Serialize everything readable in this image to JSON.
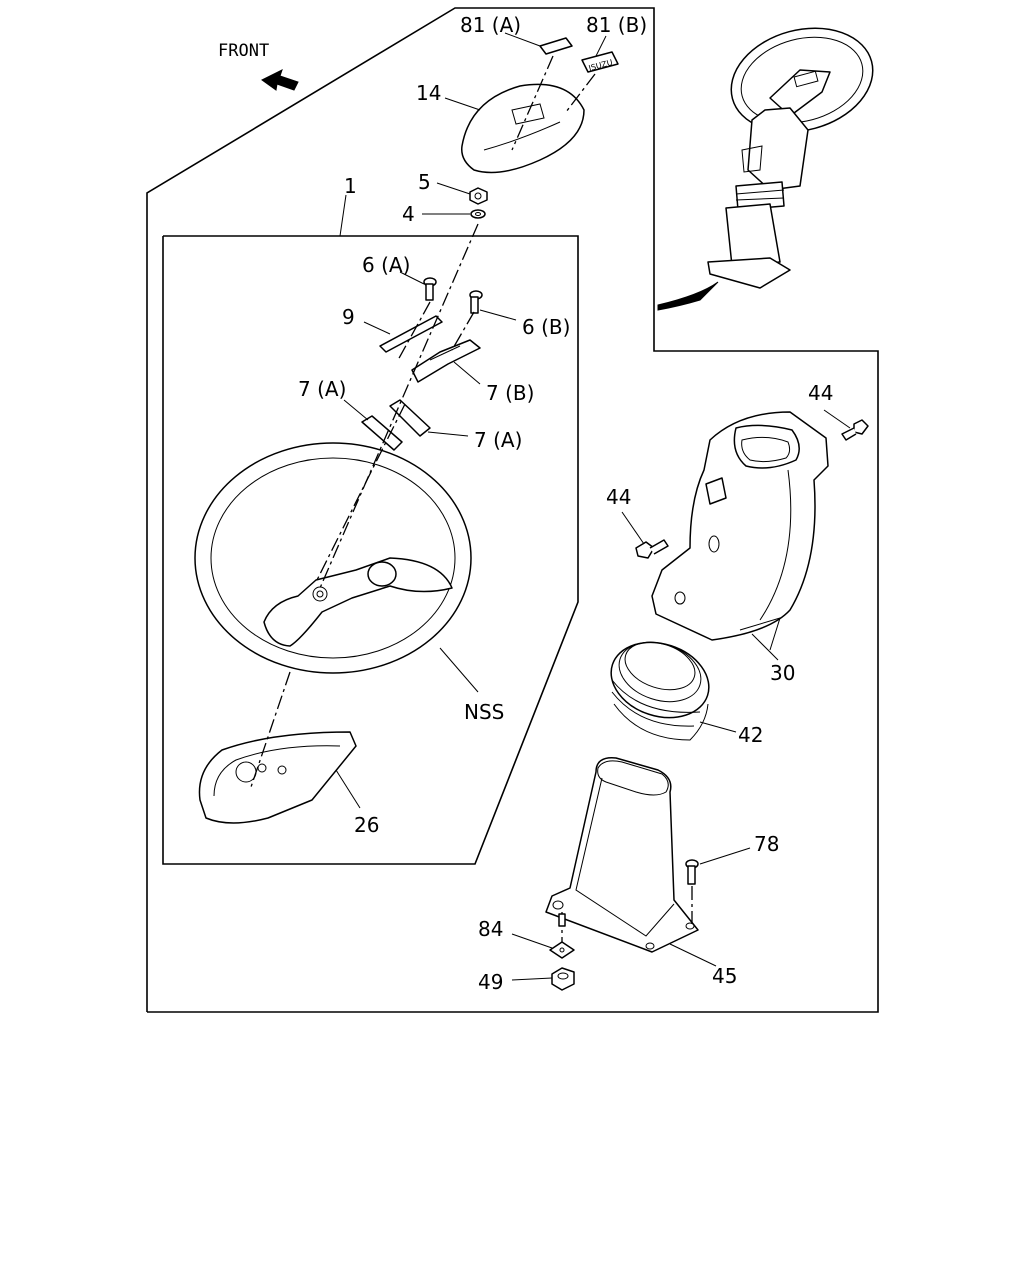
{
  "direction": {
    "label": "FRONT"
  },
  "callouts": {
    "c81a": "81 (A)",
    "c81b": "81 (B)",
    "c14": "14",
    "c5": "5",
    "c4": "4",
    "c1": "1",
    "c6a": "6 (A)",
    "c9": "9",
    "c6b": "6 (B)",
    "c7a_top": "7 (A)",
    "c7b": "7 (B)",
    "c7a_right": "7 (A)",
    "cnss": "NSS",
    "c26": "26",
    "c44_top": "44",
    "c44_left": "44",
    "c30": "30",
    "c42": "42",
    "c78": "78",
    "c84": "84",
    "c49": "49",
    "c45": "45"
  },
  "emblem": {
    "text": "ISUZU"
  },
  "icons": {
    "front_arrow": "front-arrow-icon",
    "wheel": "steering-wheel-icon",
    "column": "steering-column-icon"
  }
}
